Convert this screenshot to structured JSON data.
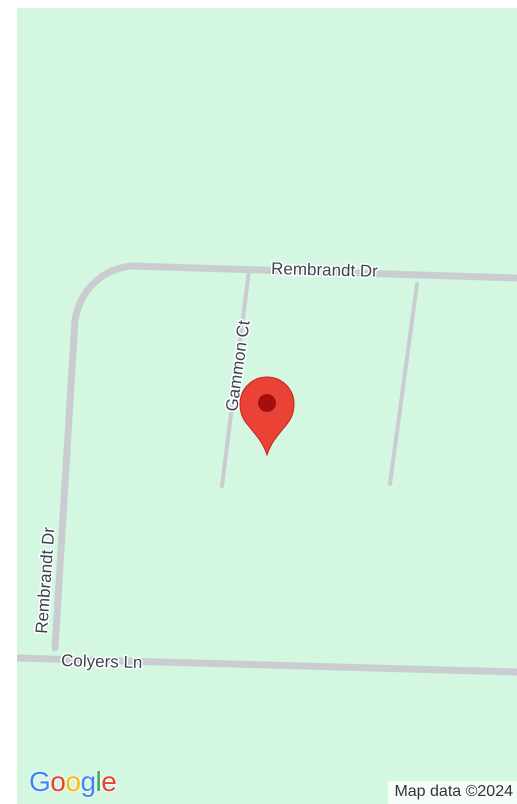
{
  "map": {
    "background_color": "#d4f7e2",
    "road_color": "#c9cdd2",
    "roads": [
      {
        "name": "Rembrandt Dr"
      },
      {
        "name": "Gammon Ct"
      },
      {
        "name": "Rembrandt Dr"
      },
      {
        "name": "Colyers Ln"
      }
    ],
    "marker": {
      "icon": "map-pin-icon",
      "color": "#ea4335",
      "dot_color": "#a50e0e"
    },
    "logo": {
      "letters": [
        "G",
        "o",
        "o",
        "g",
        "l",
        "e"
      ],
      "colors": [
        "#4285f4",
        "#ea4335",
        "#fbbc05",
        "#4285f4",
        "#34a853",
        "#ea4335"
      ]
    },
    "attribution": "Map data ©2024"
  }
}
